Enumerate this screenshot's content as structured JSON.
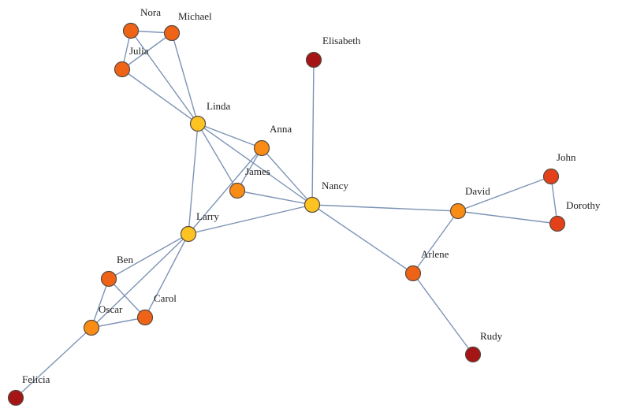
{
  "palette": {
    "level_1": "#fdc322",
    "level_2": "#f98c15",
    "level_3": "#ef6317",
    "level_4": "#e2411a",
    "level_5": "#a51515",
    "edge": "#7d94b5"
  },
  "nodes": [
    {
      "id": "nora",
      "label": "Nora",
      "level": 3
    },
    {
      "id": "michael",
      "label": "Michael",
      "level": 3
    },
    {
      "id": "julia",
      "label": "Julia",
      "level": 3
    },
    {
      "id": "elisabeth",
      "label": "Elisabeth",
      "level": 5
    },
    {
      "id": "linda",
      "label": "Linda",
      "level": 1
    },
    {
      "id": "anna",
      "label": "Anna",
      "level": 2
    },
    {
      "id": "james",
      "label": "James",
      "level": 2
    },
    {
      "id": "nancy",
      "label": "Nancy",
      "level": 1
    },
    {
      "id": "david",
      "label": "David",
      "level": 2
    },
    {
      "id": "john",
      "label": "John",
      "level": 4
    },
    {
      "id": "dorothy",
      "label": "Dorothy",
      "level": 4
    },
    {
      "id": "larry",
      "label": "Larry",
      "level": 1
    },
    {
      "id": "arlene",
      "label": "Arlene",
      "level": 3
    },
    {
      "id": "ben",
      "label": "Ben",
      "level": 3
    },
    {
      "id": "carol",
      "label": "Carol",
      "level": 3
    },
    {
      "id": "oscar",
      "label": "Oscar",
      "level": 2
    },
    {
      "id": "rudy",
      "label": "Rudy",
      "level": 5
    },
    {
      "id": "felicia",
      "label": "Felicia",
      "level": 5
    }
  ],
  "edges": [
    [
      "nora",
      "michael"
    ],
    [
      "nora",
      "julia"
    ],
    [
      "nora",
      "linda"
    ],
    [
      "michael",
      "julia"
    ],
    [
      "michael",
      "linda"
    ],
    [
      "julia",
      "linda"
    ],
    [
      "elisabeth",
      "nancy"
    ],
    [
      "linda",
      "anna"
    ],
    [
      "linda",
      "james"
    ],
    [
      "linda",
      "nancy"
    ],
    [
      "linda",
      "larry"
    ],
    [
      "anna",
      "james"
    ],
    [
      "anna",
      "nancy"
    ],
    [
      "anna",
      "larry"
    ],
    [
      "james",
      "nancy"
    ],
    [
      "larry",
      "nancy"
    ],
    [
      "nancy",
      "david"
    ],
    [
      "nancy",
      "arlene"
    ],
    [
      "david",
      "john"
    ],
    [
      "david",
      "dorothy"
    ],
    [
      "john",
      "dorothy"
    ],
    [
      "david",
      "arlene"
    ],
    [
      "arlene",
      "rudy"
    ],
    [
      "larry",
      "ben"
    ],
    [
      "larry",
      "oscar"
    ],
    [
      "larry",
      "carol"
    ],
    [
      "ben",
      "oscar"
    ],
    [
      "ben",
      "carol"
    ],
    [
      "oscar",
      "carol"
    ],
    [
      "oscar",
      "felicia"
    ]
  ]
}
